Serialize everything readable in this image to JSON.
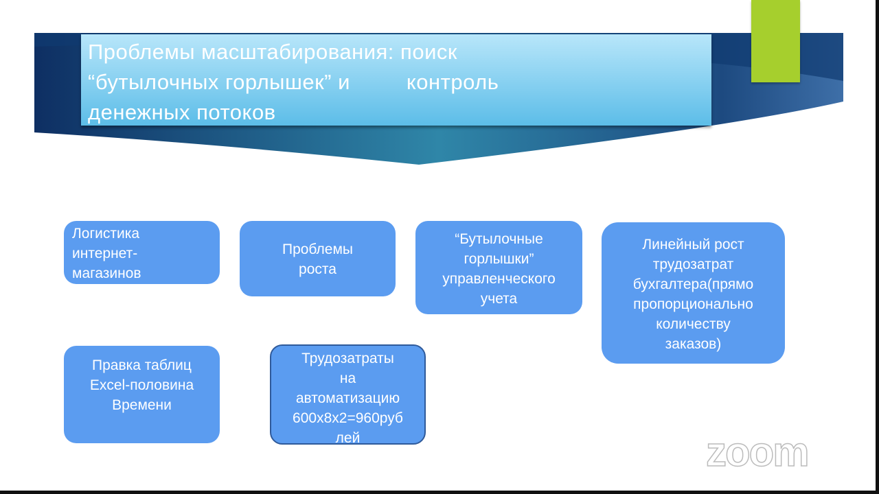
{
  "slide": {
    "title": "Проблемы масштабирования: поиск\n“бутылочных горлышек” и         контроль\nденежных потоков",
    "boxes": [
      "Логистика\nинтернет-\nмагазинов",
      "Проблемы\nроста",
      "“Бутылочные\nгорлышки”\nуправленческого\nучета",
      "Линейный рост\nтрудозатрат\nбухгалтера(прямо\nпропорционально\nколичеству\nзаказов)",
      "Правка таблиц\nExcel-половина\nВремени",
      "Трудозатраты\nна\nавтоматизацию\n600х8х2=960руб\nлей"
    ]
  },
  "watermark": "zoom",
  "colors": {
    "box": "#5b9cf0",
    "navy": "#0f3a70",
    "green": "#a6cf2d"
  }
}
